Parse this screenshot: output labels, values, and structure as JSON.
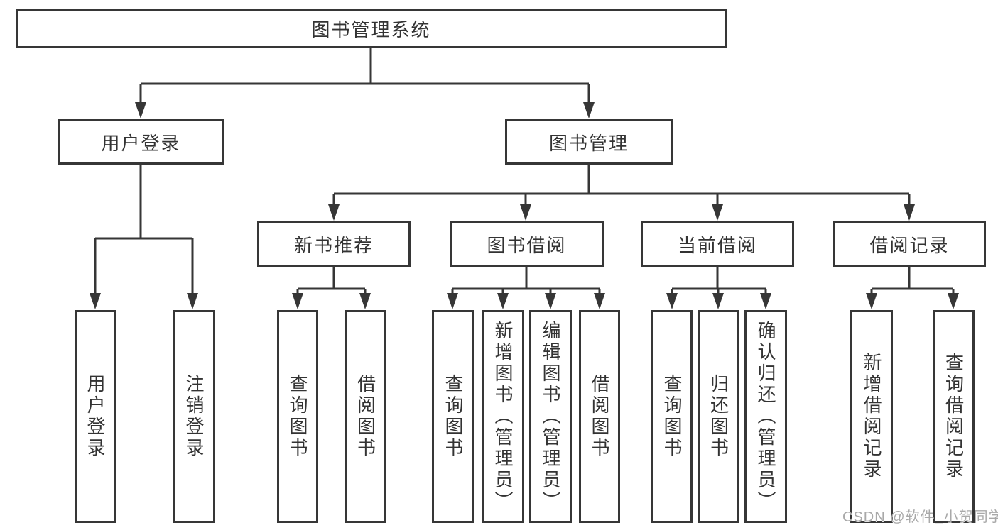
{
  "diagram": {
    "root": "图书管理系统",
    "user_login": {
      "label": "用户登录",
      "children": [
        "用户登录",
        "注销登录"
      ]
    },
    "book_mgmt": {
      "label": "图书管理",
      "sections": [
        {
          "label": "新书推荐",
          "children": [
            "查询图书",
            "借阅图书"
          ]
        },
        {
          "label": "图书借阅",
          "children": [
            "查询图书",
            "新增图书（管理员）",
            "编辑图书（管理员）",
            "借阅图书"
          ]
        },
        {
          "label": "当前借阅",
          "children": [
            "查询图书",
            "归还图书",
            "确认归还（管理员）"
          ]
        },
        {
          "label": "借阅记录",
          "children": [
            "新增借阅记录",
            "查询借阅记录"
          ]
        }
      ]
    }
  },
  "watermark": "CSDN @软件_小贺同学",
  "colors": {
    "line": "#363636",
    "text": "#333333",
    "background": "#ffffff",
    "watermark": "#a9a9a9"
  }
}
